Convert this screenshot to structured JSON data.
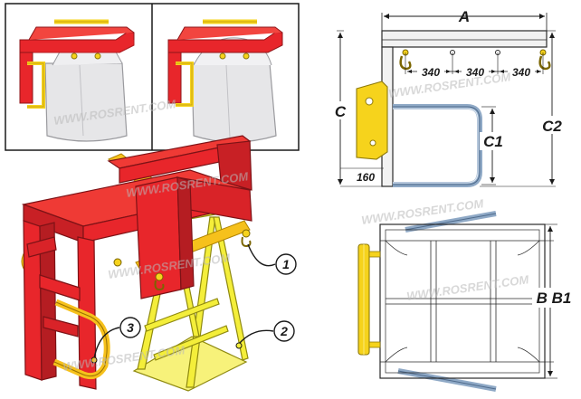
{
  "dimensions": {
    "a": "A",
    "c": "C",
    "c1": "C1",
    "c2": "C2",
    "spacing_1": "340",
    "spacing_2": "340",
    "spacing_3": "340",
    "bottom_offset": "160",
    "b_b1": "B B1"
  },
  "callouts": [
    "1",
    "2",
    "3"
  ],
  "watermark": "WWW.ROSRENT.COM",
  "colors": {
    "frame_red": "#e8262b",
    "frame_red_dark": "#b51d22",
    "accent_yellow": "#f6d31c",
    "accent_yellow_dark": "#c9a410",
    "stand_yellow": "#f4ee3a",
    "bag_gray": "#e4e4e6",
    "pipe_blue": "#8fa9c6",
    "line_dark": "#2a2a2a"
  }
}
